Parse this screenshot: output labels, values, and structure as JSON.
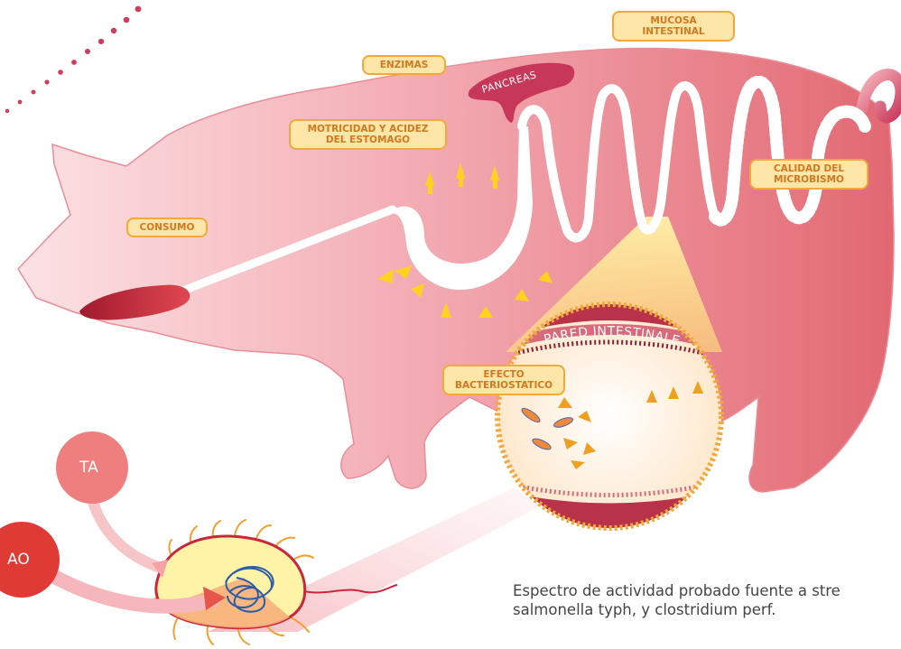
{
  "labels": {
    "mucosa": "MUCOSA INTESTINAL",
    "enzimas": "ENZIMAS",
    "pancreas": "PANCREAS",
    "motricidad": "MOTRICIDAD Y ACIDEZ DEL ESTOMAGO",
    "calidad": "CALIDAD DEL MICROBISMO",
    "consumo": "CONSUMO",
    "pared": "PARED INTESTINALE",
    "efecto": "EFECTO BACTERIOSTATICO"
  },
  "circles": {
    "ta": "TA",
    "ao": "AO"
  },
  "caption": {
    "line1": "Espectro de actividad probado fuente a stre",
    "line2": "salmonella typh, y clostridium perf."
  },
  "colors": {
    "pig": "#f2a9b0",
    "label_bg": "#fde6a8",
    "label_border": "#f2a93b",
    "label_text": "#d2781e",
    "arrow": "#ffd21f",
    "wall": "#b8334a",
    "ta_circle": "#ef7f7f",
    "ao_circle": "#e03a34",
    "tail": "#c8375a"
  }
}
